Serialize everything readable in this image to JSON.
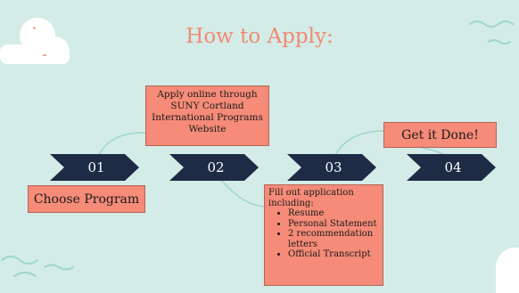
{
  "slide": {
    "title": "How to Apply:",
    "colors": {
      "background": "#d4ece8",
      "accent": "#f58b78",
      "title": "#f08a72",
      "chevron": "#1d2b45",
      "connector": "#9fd6cc"
    }
  },
  "steps": [
    {
      "number": "01",
      "label": "Choose Program"
    },
    {
      "number": "02",
      "label": "Apply online through SUNY Cortland International Programs Website"
    },
    {
      "number": "03",
      "label": "Fill out application including:",
      "items": [
        "Resume",
        "Personal Statement",
        "2 recommendation letters",
        "Official Transcript"
      ]
    },
    {
      "number": "04",
      "label": "Get it Done!"
    }
  ],
  "decorations": [
    "cloud-icon",
    "wave-icon"
  ]
}
